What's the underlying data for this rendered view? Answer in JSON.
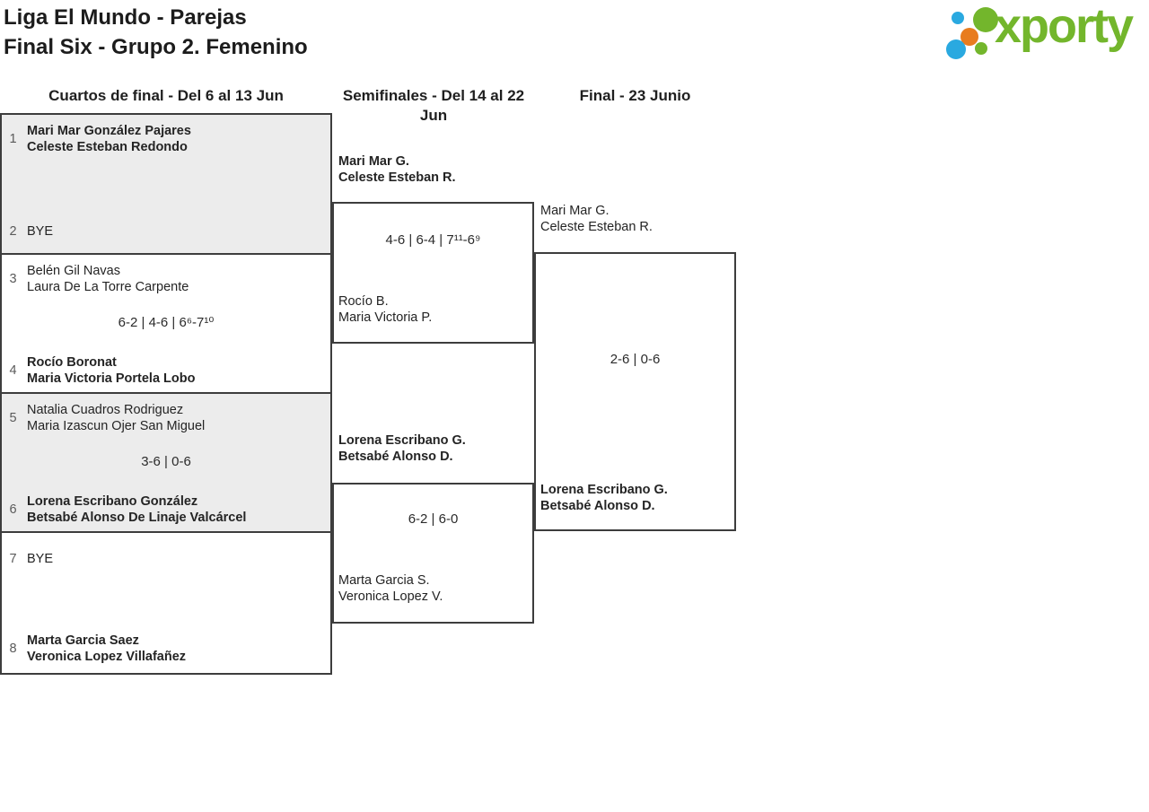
{
  "header": {
    "title_line1": "Liga El Mundo - Parejas",
    "title_line2": "Final Six - Grupo 2. Femenino"
  },
  "logo": {
    "brand": "xporty",
    "green": "#73b62c",
    "blue": "#2aa9e0",
    "orange": "#e87c1e"
  },
  "rounds": [
    {
      "label": "Cuartos de final - Del 6 al 13 Jun"
    },
    {
      "label": "Semifinales - Del 14 al 22 Jun"
    },
    {
      "label": "Final - 23 Junio"
    }
  ],
  "quarterfinals": [
    {
      "seed_top": "1",
      "team_top_line1": "Mari Mar González Pajares",
      "team_top_line2": "Celeste Esteban Redondo",
      "score": "",
      "seed_bottom": "2",
      "team_bottom_line1": "BYE",
      "team_bottom_line2": ""
    },
    {
      "seed_top": "3",
      "team_top_line1": "Belén Gil Navas",
      "team_top_line2": "Laura De La Torre Carpente",
      "score": "6-2 | 4-6 | 6⁶-7¹⁰",
      "seed_bottom": "4",
      "team_bottom_line1": "Rocío Boronat",
      "team_bottom_line2": "Maria Victoria Portela Lobo"
    },
    {
      "seed_top": "5",
      "team_top_line1": "Natalia Cuadros Rodriguez",
      "team_top_line2": "Maria Izascun Ojer San Miguel",
      "score": "3-6 | 0-6",
      "seed_bottom": "6",
      "team_bottom_line1": "Lorena Escribano González",
      "team_bottom_line2": "Betsabé Alonso De Linaje Valcárcel"
    },
    {
      "seed_top": "7",
      "team_top_line1": "BYE",
      "team_top_line2": "",
      "score": "",
      "seed_bottom": "8",
      "team_bottom_line1": "Marta Garcia Saez",
      "team_bottom_line2": "Veronica Lopez Villafañez"
    }
  ],
  "semifinals": [
    {
      "winner_line1": "Mari Mar G.",
      "winner_line2": "Celeste Esteban R.",
      "score": "4-6 | 6-4 | 7¹¹-6⁹",
      "loser_line1": "Rocío B.",
      "loser_line2": "Maria Victoria P."
    },
    {
      "winner_line1": "Lorena Escribano G.",
      "winner_line2": "Betsabé Alonso D.",
      "score": "6-2 | 6-0",
      "loser_line1": "Marta Garcia S.",
      "loser_line2": "Veronica Lopez V."
    }
  ],
  "final": {
    "team_top_line1": "Mari Mar G.",
    "team_top_line2": "Celeste Esteban R.",
    "score": "2-6 | 0-6",
    "winner_line1": "Lorena Escribano G.",
    "winner_line2": "Betsabé Alonso D."
  }
}
